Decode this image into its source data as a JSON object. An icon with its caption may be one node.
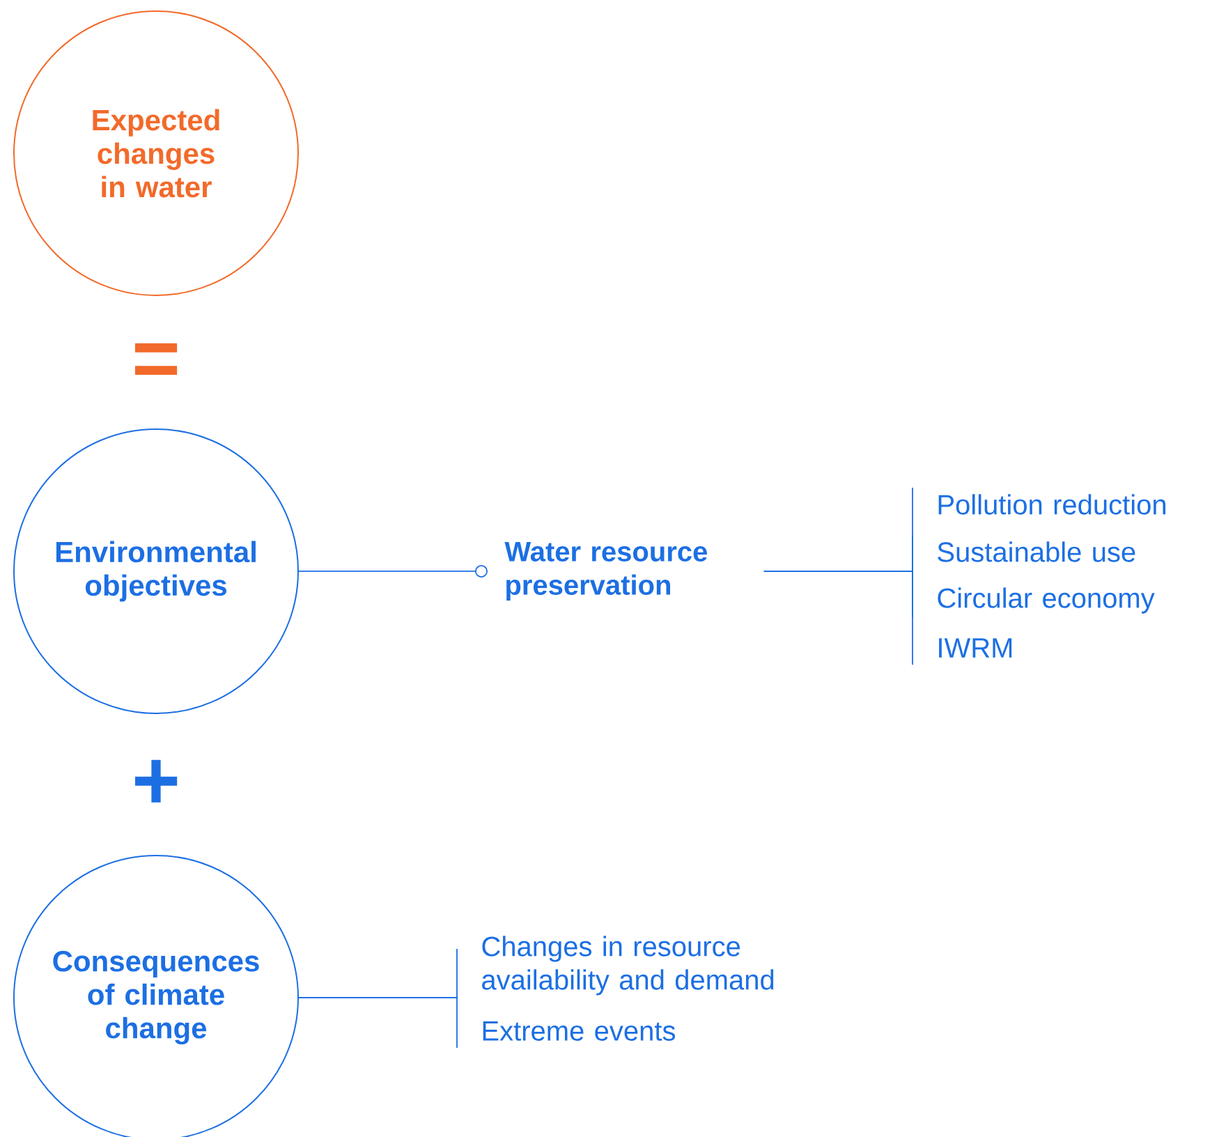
{
  "diagram": {
    "nodes": [
      {
        "text": [
          "Expected changes in water"
        ]
      },
      {
        "text": [
          "Environmental objectives"
        ]
      },
      {
        "text": [
          "Consequences of climate change"
        ]
      },
      {
        "text": [
          "Water resource preservation"
        ]
      },
      {
        "text": [
          "Pollution reduction"
        ]
      },
      {
        "text": [
          "Sustainable use"
        ]
      },
      {
        "text": [
          "Circular economy"
        ]
      },
      {
        "text": [
          "IWRM"
        ]
      },
      {
        "text": [
          "Changes in resource availability and demand"
        ]
      },
      {
        "text": [
          "Extreme events"
        ]
      }
    ],
    "edges": [
      {
        "from": 1,
        "to": 3,
        "arrow": "other"
      },
      {
        "from": 3,
        "to": 4,
        "arrow": "none"
      },
      {
        "from": 3,
        "to": 5,
        "arrow": "none"
      },
      {
        "from": 3,
        "to": 6,
        "arrow": "none"
      },
      {
        "from": 3,
        "to": 7,
        "arrow": "none"
      },
      {
        "from": 2,
        "to": 8,
        "arrow": "none"
      },
      {
        "from": 2,
        "to": 9,
        "arrow": "none"
      }
    ],
    "labels": [
      "=",
      "+"
    ]
  }
}
